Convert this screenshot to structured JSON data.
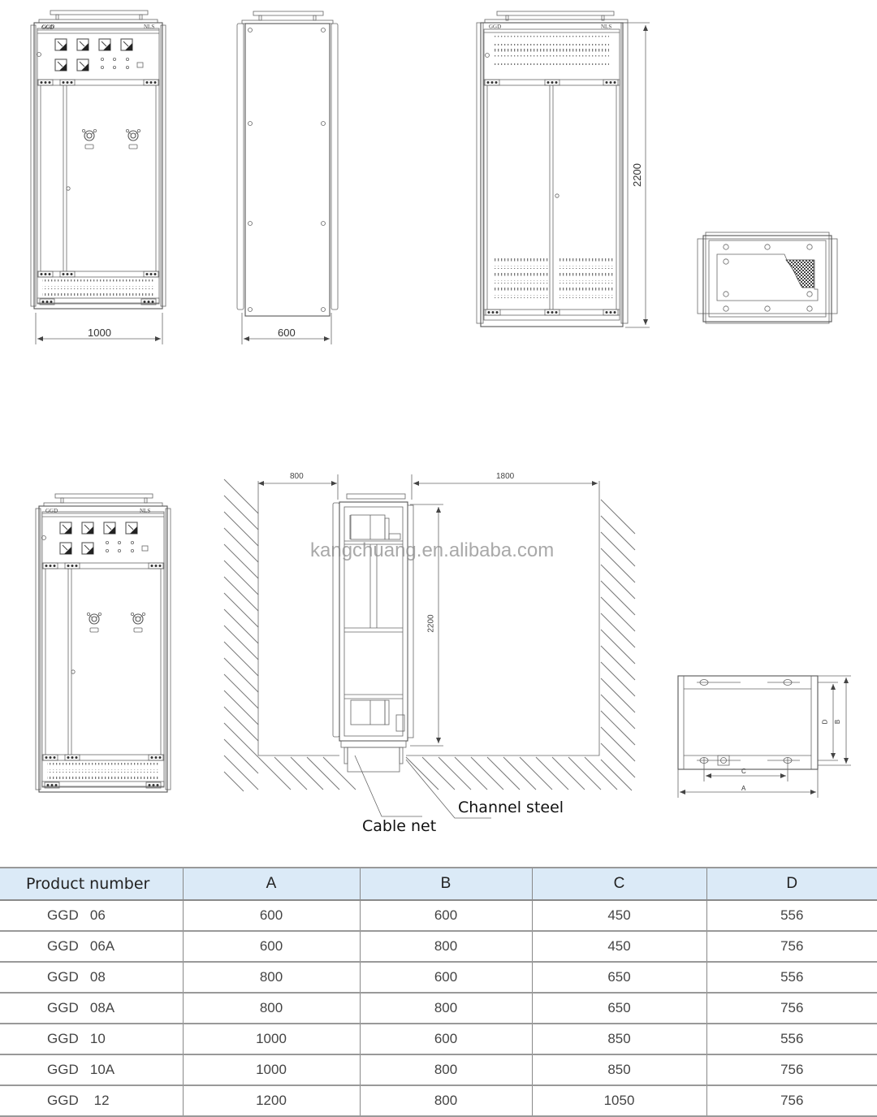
{
  "drawings": {
    "front_view_meters": {
      "label_left": "GGD",
      "label_right": "NLS",
      "width_dim": "1000"
    },
    "side_view": {
      "depth_dim": "600"
    },
    "front_view_vented": {
      "label_left": "GGD",
      "label_right": "NLS",
      "height_dim": "2200"
    },
    "top_view": {},
    "front_view_meters_2": {
      "label_left": "GGD",
      "label_right": "NLS"
    },
    "installation": {
      "front_clearance": "800",
      "rear_clearance": "1800",
      "height_dim": "2200",
      "watermark": "kangchuang.en.alibaba.com",
      "callout_channel_steel": "Channel steel",
      "callout_cable_net": "Cable net"
    },
    "base_plan": {
      "dim_a": "A",
      "dim_b": "B",
      "dim_c": "C",
      "dim_d": "D"
    }
  },
  "table": {
    "headers": [
      "Product number",
      "A",
      "B",
      "C",
      "D"
    ],
    "rows": [
      [
        "GGD   06",
        "600",
        "600",
        "450",
        "556"
      ],
      [
        "GGD   06A",
        "600",
        "800",
        "450",
        "756"
      ],
      [
        "GGD   08",
        "800",
        "600",
        "650",
        "556"
      ],
      [
        "GGD   08A",
        "800",
        "800",
        "650",
        "756"
      ],
      [
        "GGD   10",
        "1000",
        "600",
        "850",
        "556"
      ],
      [
        "GGD   10A",
        "1000",
        "800",
        "850",
        "756"
      ],
      [
        "GGD    12",
        "1200",
        "800",
        "1050",
        "756"
      ]
    ]
  },
  "colors": {
    "header_bg": "#dbeaf7",
    "line": "#555555"
  }
}
